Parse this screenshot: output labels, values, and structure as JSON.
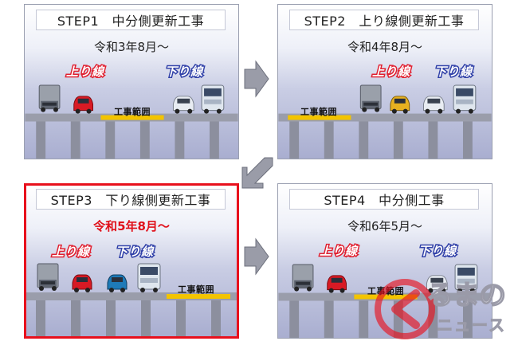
{
  "steps": [
    {
      "title": "STEP1　中分側更新工事",
      "date": "令和3年8月～",
      "up_label": "上り線",
      "down_label": "下り線",
      "work_label": "工事範囲"
    },
    {
      "title": "STEP2　上り線側更新工事",
      "date": "令和4年8月～",
      "work_label": "工事範囲"
    },
    {
      "title": "STEP3　下り線側更新工事",
      "date": "令和5年8月～",
      "up_label": "上り線",
      "down_label": "下り線",
      "work_label": "工事範囲"
    },
    {
      "title": "STEP4　中分側工事",
      "date": "令和6年5月～",
      "up_label": "上り線",
      "down_label": "下り線",
      "work_label": "工事範囲"
    }
  ],
  "step2_labels": {
    "up": "上り線",
    "down": "下り線"
  },
  "watermark": {
    "line1": "るまの",
    "line2": "ニュース"
  },
  "colors": {
    "active_border": "#e8101c",
    "work_zone": "#f3c400",
    "up_lane": "#e02030",
    "down_lane": "#3040a8",
    "pier": "#8c8f9e"
  }
}
